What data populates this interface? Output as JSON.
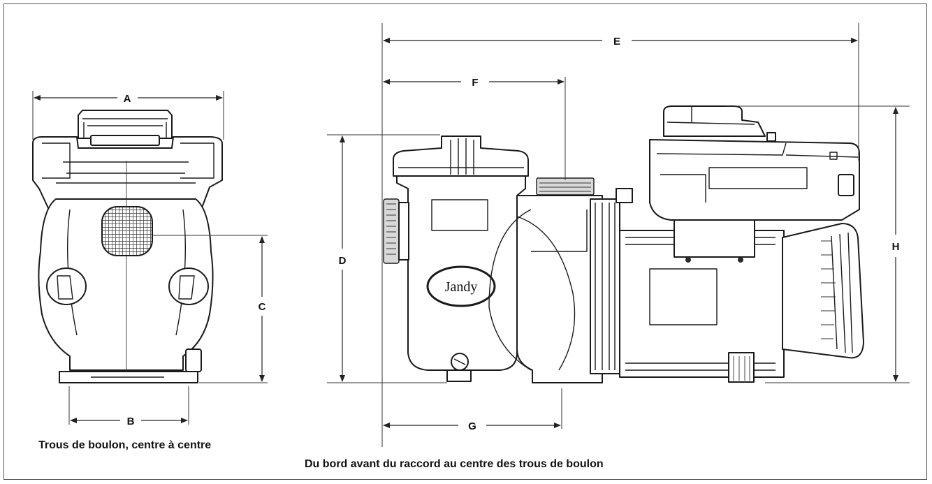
{
  "dimension_labels": {
    "a": "A",
    "b": "B",
    "c": "C",
    "d": "D",
    "e": "E",
    "f": "F",
    "g": "G",
    "h": "H"
  },
  "captions": {
    "front_view": "Trous de boulon, centre à centre",
    "side_view": "Du bord avant du raccord au centre des trous de boulon"
  },
  "logo_text": "Jandy"
}
